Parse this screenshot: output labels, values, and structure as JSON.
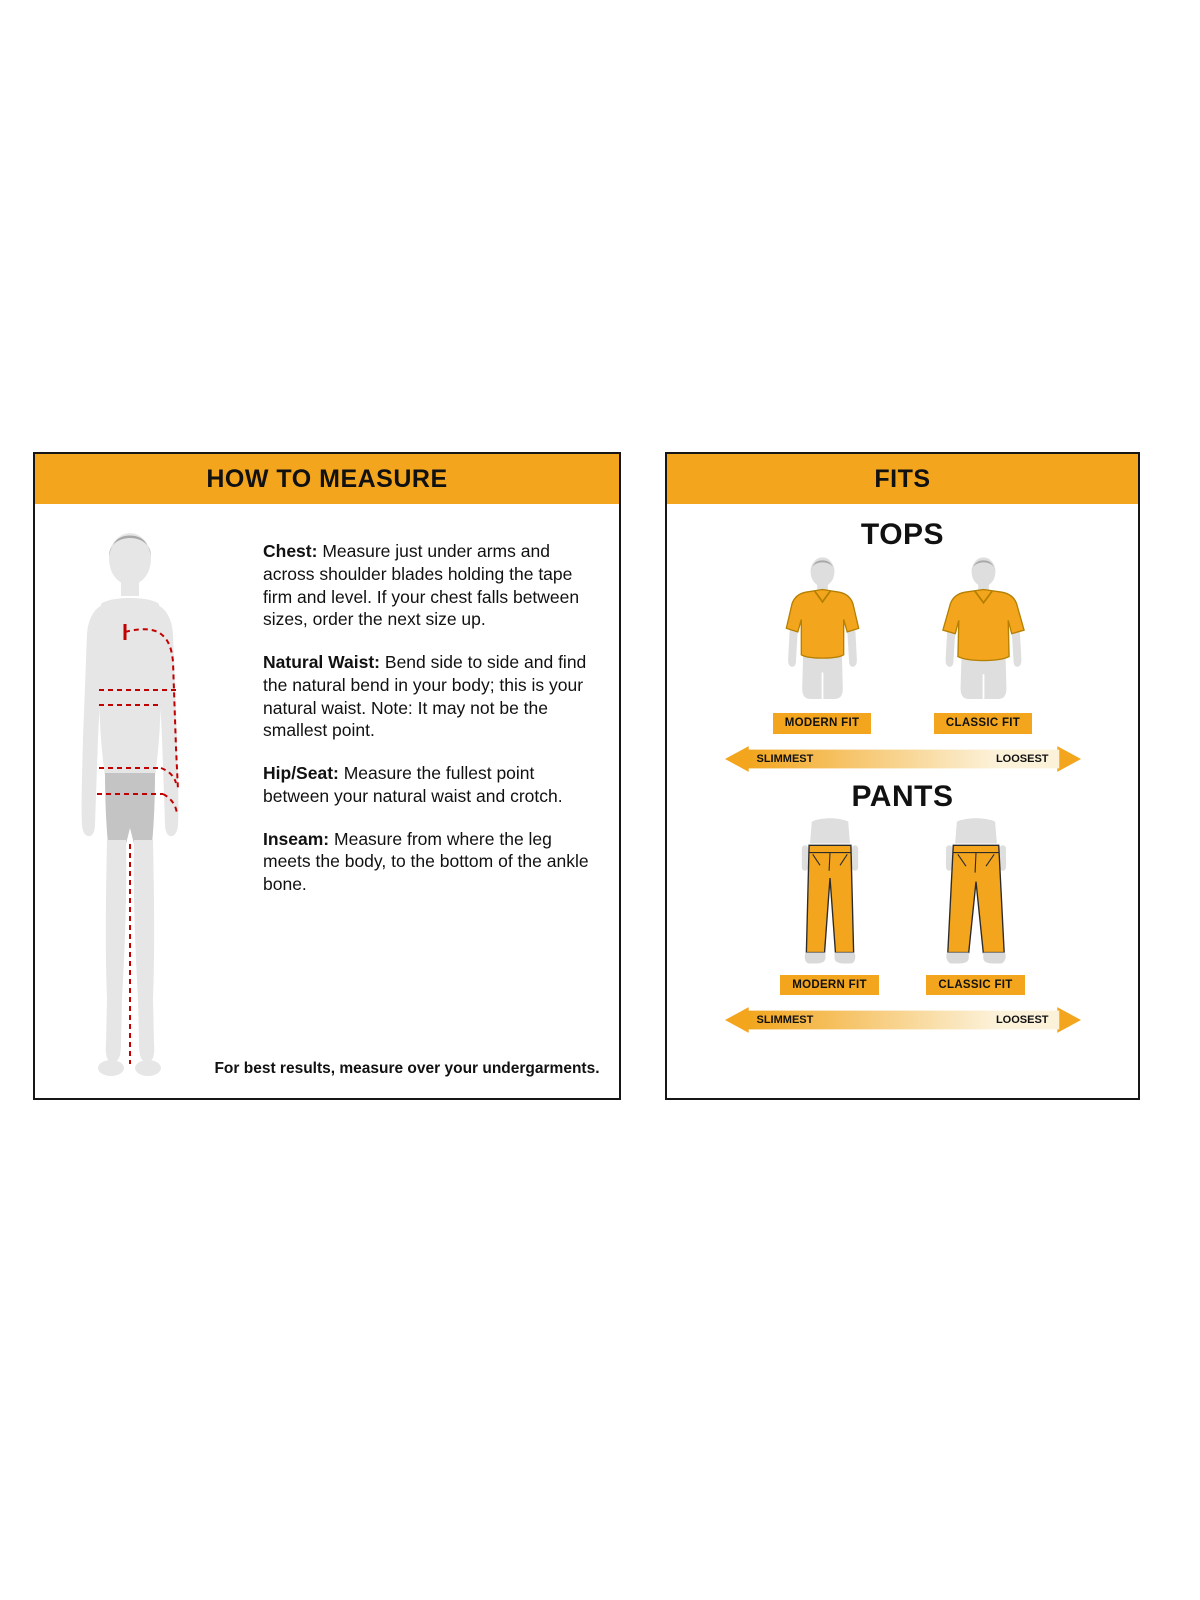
{
  "colors": {
    "gold": "#F2A51D",
    "red": "#C20000",
    "figure_gray": "#E6E6E6"
  },
  "measure_panel": {
    "title": "HOW TO MEASURE",
    "paragraphs": [
      {
        "label": "Chest:",
        "text": "Measure just under arms and across shoulder blades holding the tape firm and level. If your chest falls between sizes, order the next size up."
      },
      {
        "label": "Natural Waist:",
        "text": "Bend side to side and find the natural bend in your body; this is your natural waist. Note: It may not be the smallest point."
      },
      {
        "label": "Hip/Seat:",
        "text": "Measure the fullest point between your natural waist and crotch."
      },
      {
        "label": "Inseam:",
        "text": "Measure from where the leg meets the body, to the bottom of the ankle bone."
      }
    ],
    "footnote": "For best results, measure over your undergarments."
  },
  "fits_panel": {
    "title": "FITS",
    "tops": {
      "heading": "TOPS",
      "fit_labels": [
        "MODERN FIT",
        "CLASSIC FIT"
      ],
      "scale_left": "SLIMMEST",
      "scale_right": "LOOSEST"
    },
    "pants": {
      "heading": "PANTS",
      "fit_labels": [
        "MODERN FIT",
        "CLASSIC FIT"
      ],
      "scale_left": "SLIMMEST",
      "scale_right": "LOOSEST"
    }
  }
}
